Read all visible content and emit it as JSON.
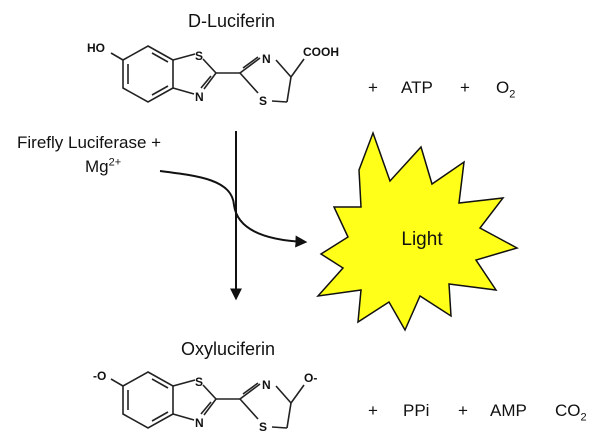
{
  "reactant": {
    "name": "D-Luciferin",
    "hydroxyl_label": "HO",
    "acid_label": "COOH",
    "s_label": "S",
    "n_label": "N"
  },
  "reactant_cosubstrates": {
    "plus1": "+",
    "atp": "ATP",
    "plus2": "+",
    "o2_main": "O",
    "o2_sub": "2"
  },
  "enzyme": {
    "line1": "Firefly Luciferase +",
    "mg": "Mg",
    "mg_charge": "2+"
  },
  "light": {
    "label": "Light",
    "color": "#ffff1a"
  },
  "product": {
    "name": "Oxyluciferin",
    "oxide_left": "-O",
    "oxide_right": "O-",
    "s_label": "S",
    "n_label": "N"
  },
  "byproducts": {
    "plus1": "+",
    "ppi": "PPi",
    "plus2": "+",
    "amp": "AMP",
    "co2_main": "CO",
    "co2_sub": "2"
  }
}
